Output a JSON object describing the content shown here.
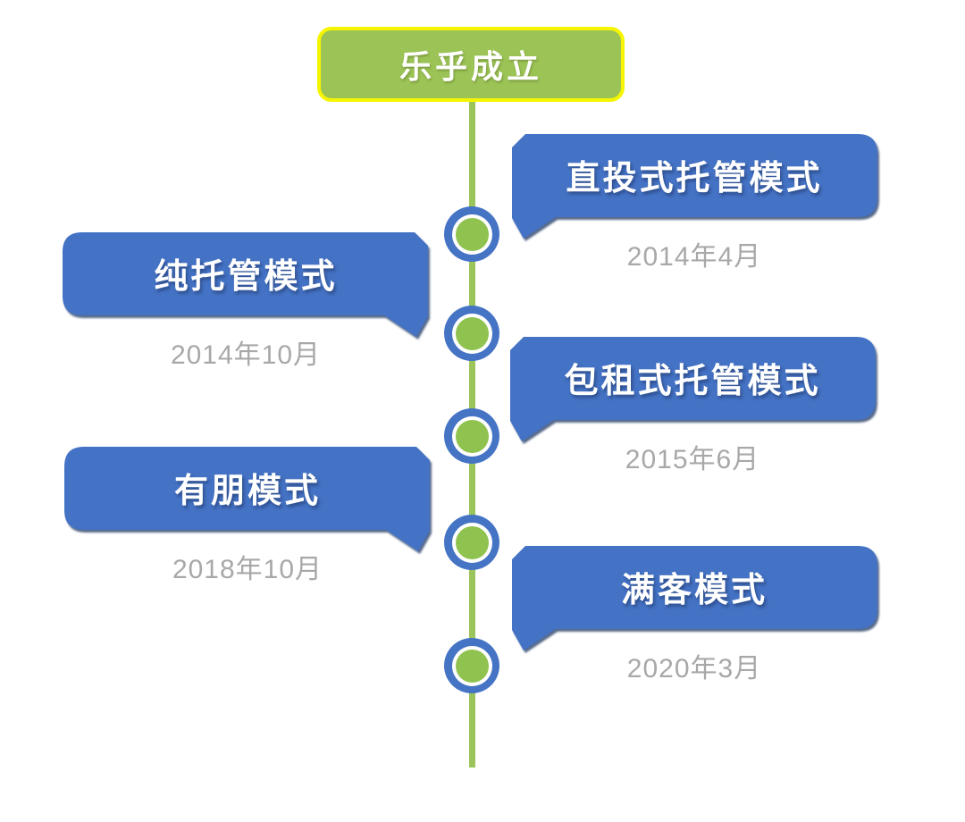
{
  "header": {
    "title": "乐乎成立"
  },
  "timeline": {
    "events": [
      {
        "label": "直投式托管模式",
        "date": "2014年4月",
        "side": "right"
      },
      {
        "label": "纯托管模式",
        "date": "2014年10月",
        "side": "left"
      },
      {
        "label": "包租式托管模式",
        "date": "2015年6月",
        "side": "right"
      },
      {
        "label": "有朋模式",
        "date": "2018年10月",
        "side": "left"
      },
      {
        "label": "满客模式",
        "date": "2020年3月",
        "side": "right"
      }
    ]
  },
  "colors": {
    "callout_blue": "#4472C4",
    "shadow_navy": "#1F3864",
    "green": "#9BC355",
    "node_green": "#90C24F",
    "border_yellow": "#F5F500",
    "date_gray": "#A8A8A8"
  }
}
